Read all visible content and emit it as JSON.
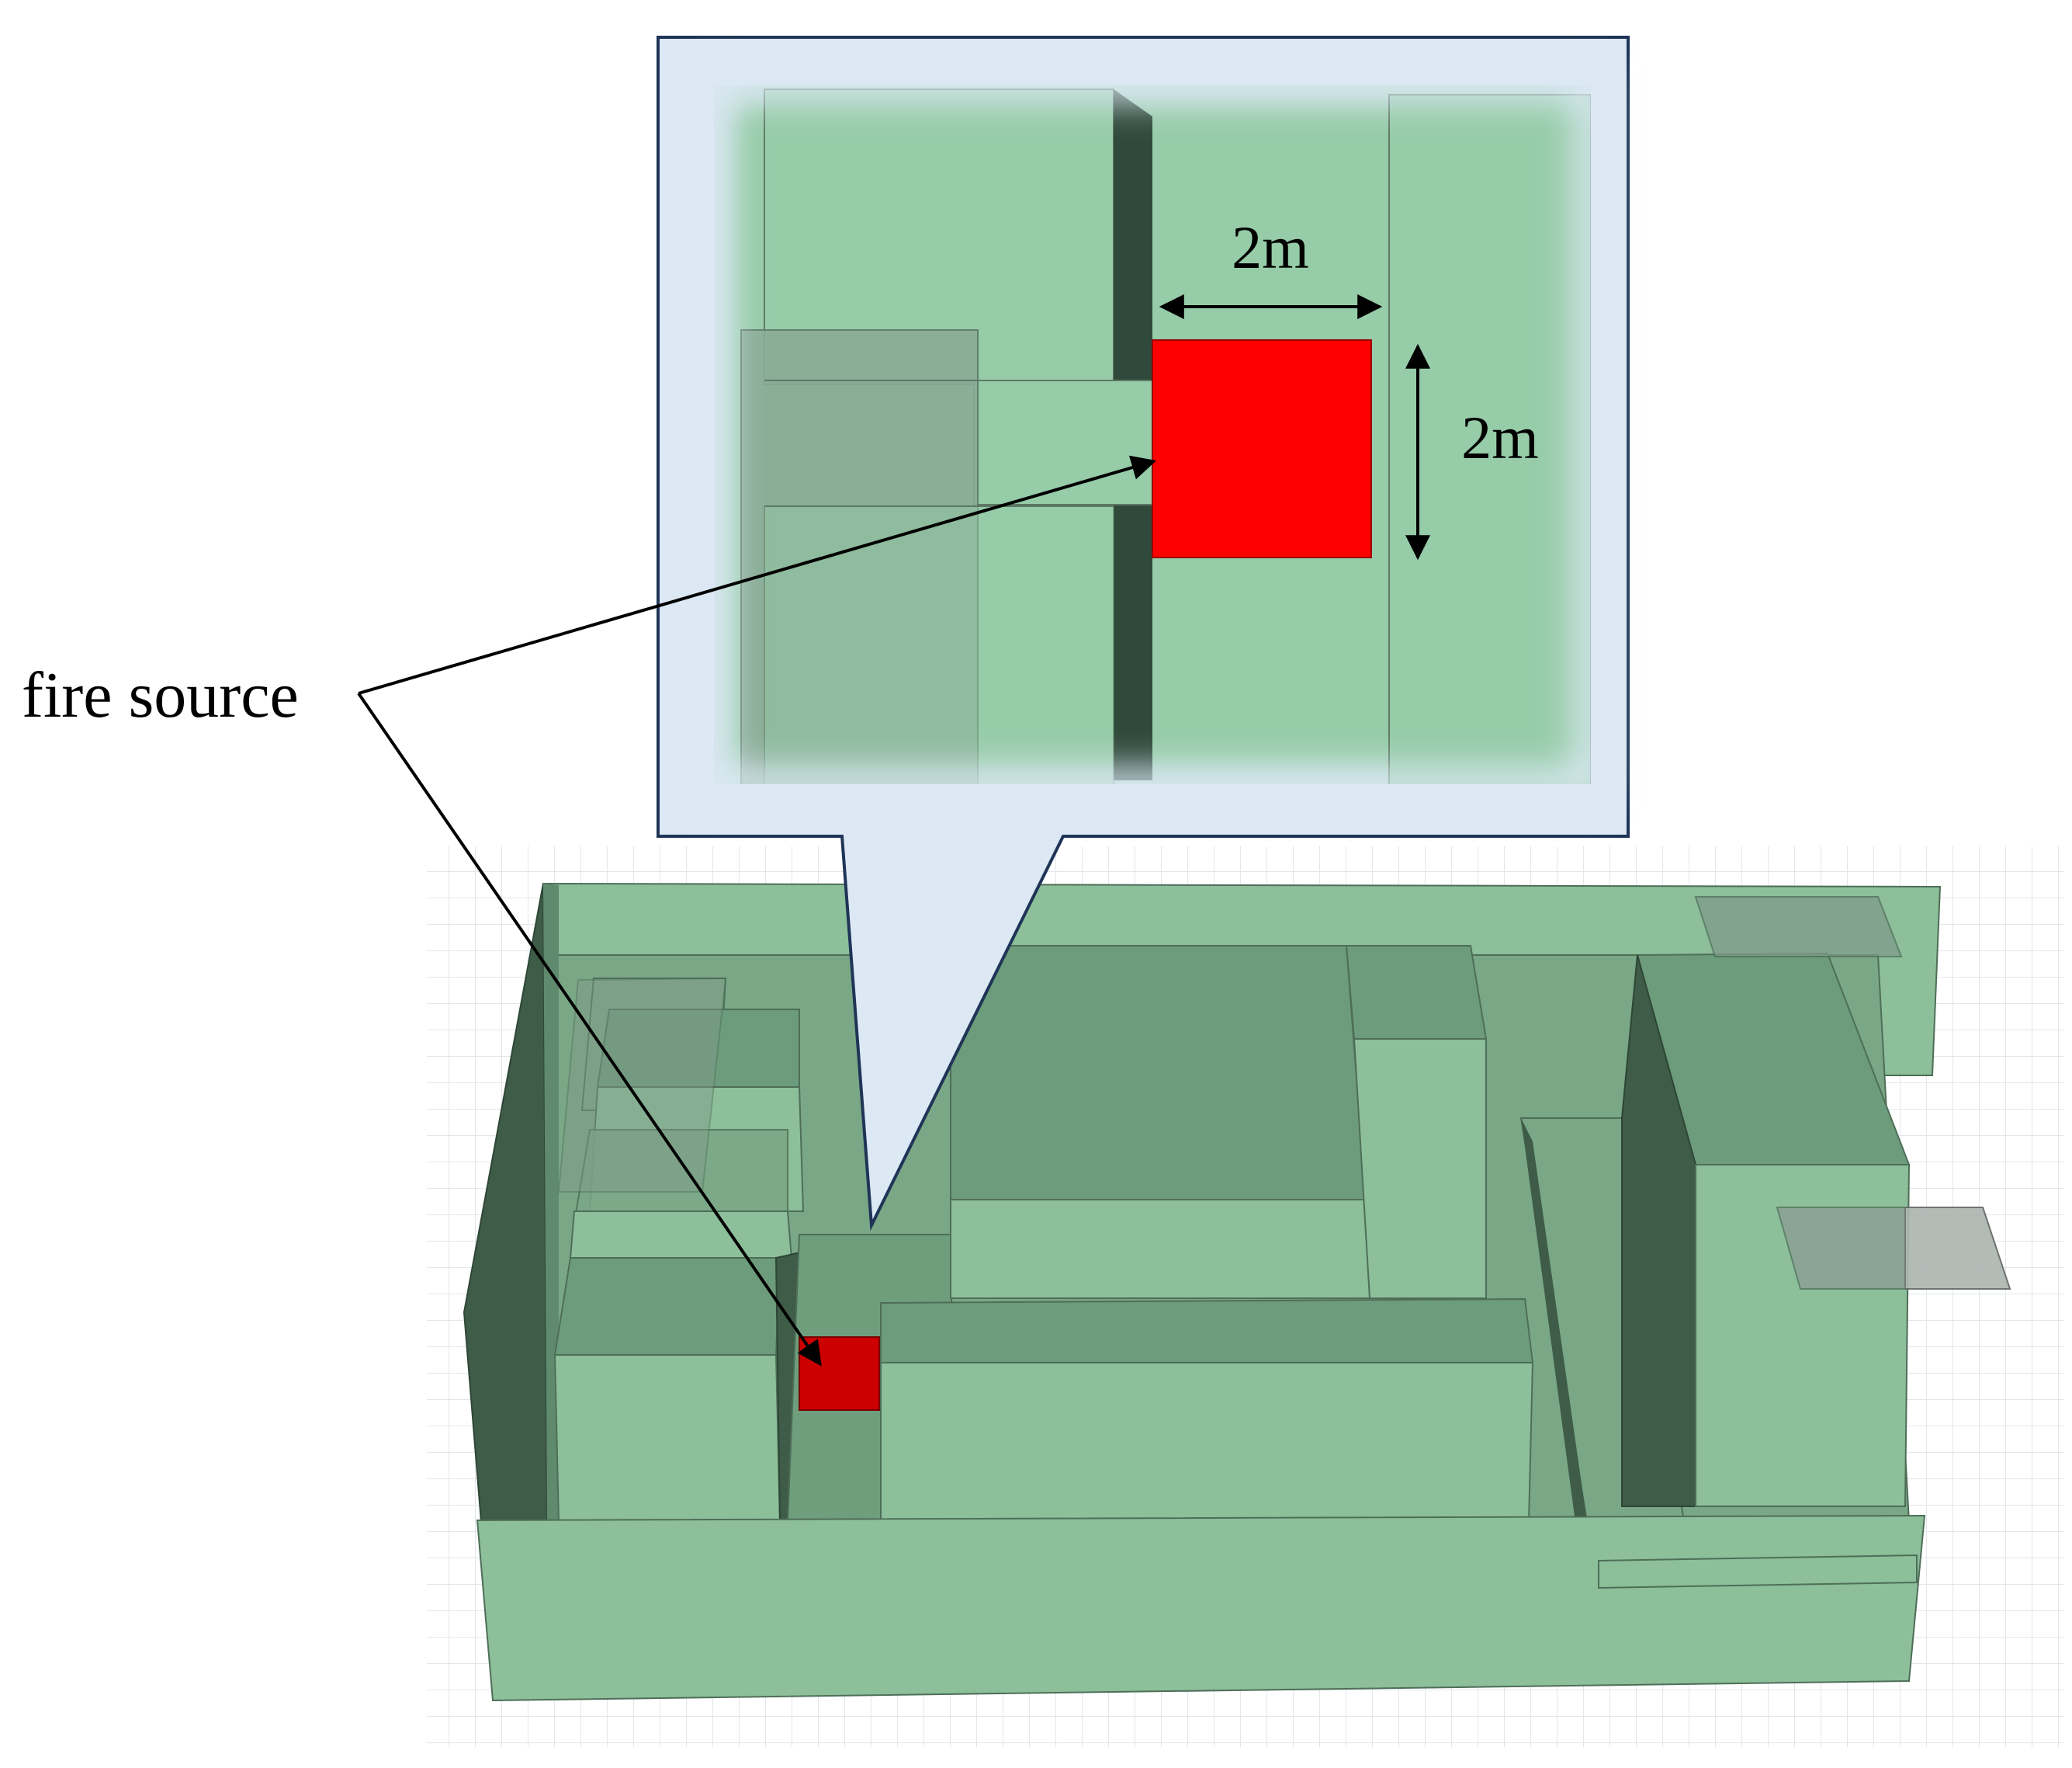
{
  "labels": {
    "fire_source": "fire source",
    "width_dim": "2m",
    "height_dim": "2m"
  },
  "colors": {
    "model_green": "#8cbf9a",
    "model_dark": "#3e5c48",
    "fire_red": "#ff0000",
    "callout_fill": "#dce8f4",
    "callout_border": "#1f3456"
  }
}
